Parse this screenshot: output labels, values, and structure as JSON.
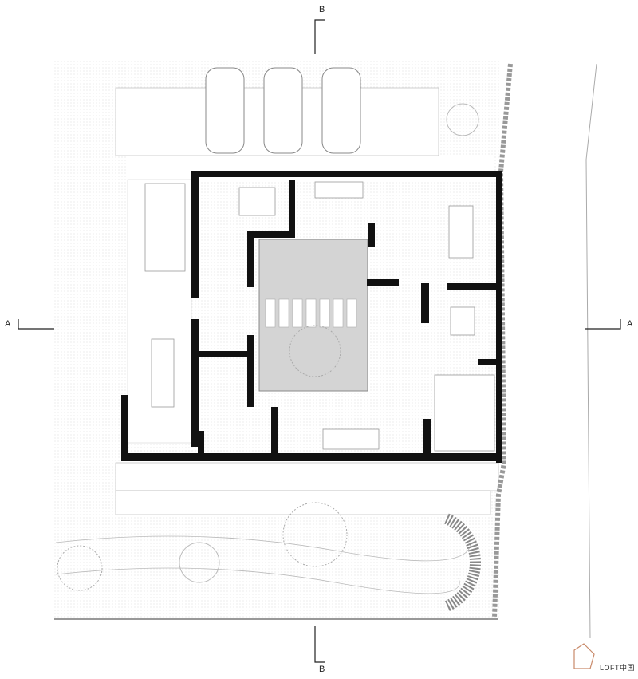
{
  "section_markers": {
    "a_left": "A",
    "a_right": "A",
    "b_top": "B",
    "b_bottom": "B"
  },
  "logo": {
    "text": "LOFT中国",
    "color": "#c98a6a"
  },
  "colors": {
    "wall": "#111111",
    "courtyard": "#d4d4d4",
    "line": "#9a9a9a",
    "hatch": "#e6e6e6"
  }
}
